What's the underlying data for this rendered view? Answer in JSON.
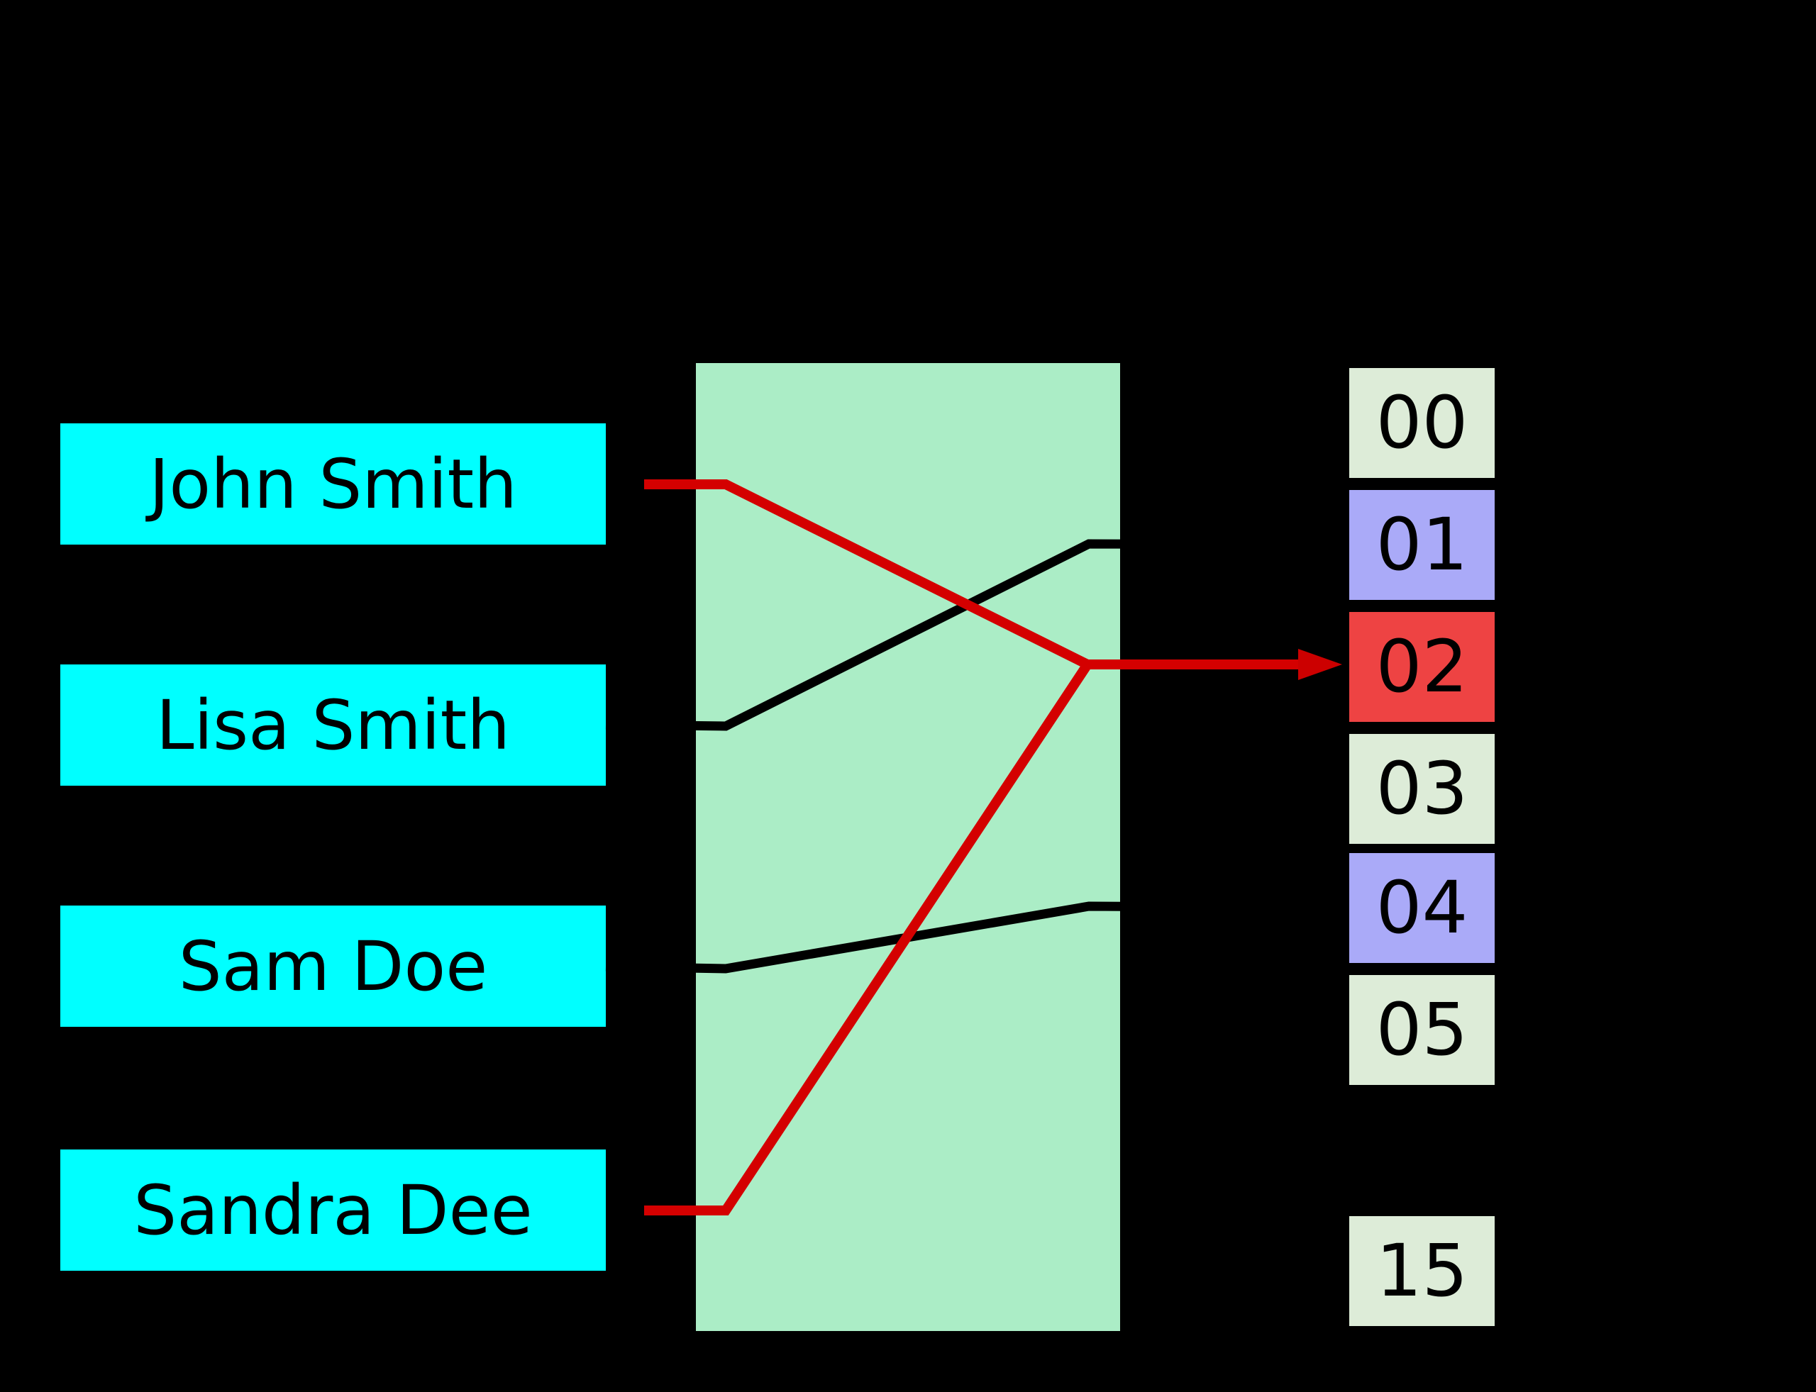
{
  "diagram": {
    "type": "hash-function-mapping",
    "keys": [
      {
        "label": "John Smith"
      },
      {
        "label": "Lisa Smith"
      },
      {
        "label": "Sam Doe"
      },
      {
        "label": "Sandra Dee"
      }
    ],
    "buckets": [
      {
        "label": "00",
        "color": "#ddecd8",
        "state": "empty"
      },
      {
        "label": "01",
        "color": "#aaaaf8",
        "state": "occupied"
      },
      {
        "label": "02",
        "color": "#ee4343",
        "state": "collision"
      },
      {
        "label": "03",
        "color": "#ddecd8",
        "state": "empty"
      },
      {
        "label": "04",
        "color": "#aaaaf8",
        "state": "occupied"
      },
      {
        "label": "05",
        "color": "#ddecd8",
        "state": "empty"
      },
      {
        "label": "15",
        "color": "#ddecd8",
        "state": "empty"
      }
    ],
    "mappings": [
      {
        "from": "John Smith",
        "to": "02",
        "line": "red"
      },
      {
        "from": "Lisa Smith",
        "to": "01",
        "line": "black"
      },
      {
        "from": "Sam Doe",
        "to": "04",
        "line": "black"
      },
      {
        "from": "Sandra Dee",
        "to": "02",
        "line": "red"
      }
    ],
    "colors": {
      "background": "#000000",
      "key_box": "#00ffff",
      "function_box": "#abedc6",
      "line_black": "#000000",
      "line_red": "#d40000",
      "arrow_head_red": "#cc0000",
      "text": "#000000"
    }
  }
}
